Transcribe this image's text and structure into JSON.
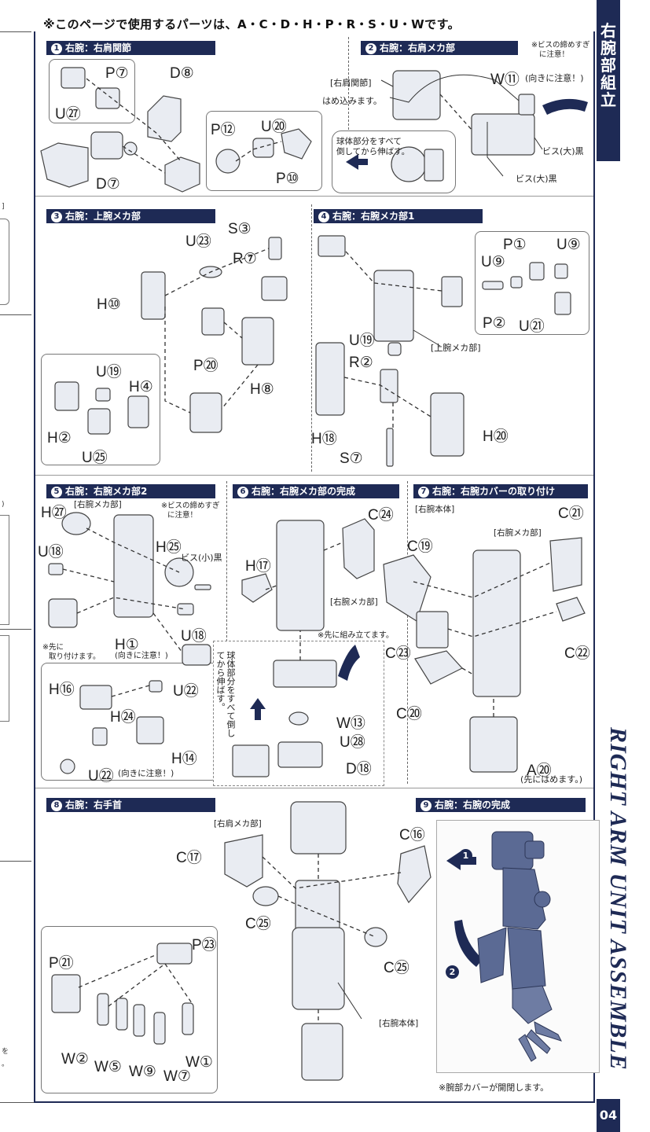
{
  "parts_header": "※このページで使用するパーツは、A・C・D・H・P・R・S・U・Wです。",
  "side": {
    "title_vertical": [
      "右",
      "腕",
      "部",
      "組",
      "立"
    ],
    "english": "RIGHT ARM UNIT ASSEMBLE",
    "page": "04"
  },
  "left_edge_fragments": [
    "]",
    ")",
    "を",
    "。"
  ],
  "steps": [
    {
      "num": "1",
      "title": "右腕：右肩関節"
    },
    {
      "num": "2",
      "title": "右腕：右肩メカ部"
    },
    {
      "num": "3",
      "title": "右腕：上腕メカ部"
    },
    {
      "num": "4",
      "title": "右腕：右腕メカ部1"
    },
    {
      "num": "5",
      "title": "右腕：右腕メカ部2"
    },
    {
      "num": "6",
      "title": "右腕：右腕メカ部の完成"
    },
    {
      "num": "7",
      "title": "右腕：右腕カバーの取り付け"
    },
    {
      "num": "8",
      "title": "右腕：右手首"
    },
    {
      "num": "9",
      "title": "右腕：右腕の完成"
    }
  ],
  "labels": {
    "s1": {
      "p7": "P⑦",
      "u27": "U㉗",
      "d8": "D⑧",
      "d7": "D⑦",
      "p12": "P⑫",
      "u20": "U⑳",
      "p10": "P⑩"
    },
    "s2": {
      "note_screw": "※ビスの締めすぎ",
      "note_screw2": "に注意！",
      "w11": "W⑪",
      "w11_note": "(向きに注意！)",
      "shoulder_joint": "[右肩関節]",
      "fit_in": "はめ込みます。",
      "ball_note1": "球体部分をすべて",
      "ball_note2": "倒してから伸ばす。",
      "screw_large1": "ビス(大)黒",
      "screw_large2": "ビス(大)黒"
    },
    "s3": {
      "s3": "S③",
      "u23": "U㉓",
      "r7": "R⑦",
      "h10": "H⑩",
      "p20": "P⑳",
      "h8": "H⑧",
      "u19": "U⑲",
      "h4": "H④",
      "h2": "H②",
      "u25": "U㉕"
    },
    "s4": {
      "p1": "P①",
      "u9a": "U⑨",
      "u9b": "U⑨",
      "p2": "P②",
      "u21": "U㉑",
      "u19": "U⑲",
      "upper_arm": "[上腕メカ部]",
      "r2": "R②",
      "h18": "H⑱",
      "h20": "H⑳",
      "s7": "S⑦"
    },
    "s5": {
      "h27": "H㉗",
      "arm_mech": "[右腕メカ部]",
      "note1": "※ビスの締めすぎ",
      "note2": "に注意！",
      "u18a": "U⑱",
      "h25": "H㉕",
      "screw_small": "ビス(小)黒",
      "u18b": "U⑱",
      "pre1": "※先に",
      "pre2": "取り付けます。",
      "h1": "H①",
      "h1_note": "(向きに注意！)",
      "h16": "H⑯",
      "u22a": "U㉒",
      "h24": "H㉔",
      "h14": "H⑭",
      "u22b": "U㉒",
      "u22b_note": "(向きに注意！)"
    },
    "s6": {
      "c24": "C㉔",
      "h17": "H⑰",
      "arm_mech": "[右腕メカ部]",
      "pre_build": "※先に組み立てます。",
      "ball_vertical": "球体部分をすべて倒してから伸ばす。",
      "w13": "W⑬",
      "u28": "U㉘",
      "d18": "D⑱"
    },
    "s7": {
      "arm_body": "[右腕本体]",
      "arm_mech": "[右腕メカ部]",
      "c21": "C㉑",
      "c19": "C⑲",
      "c23": "C㉓",
      "c22": "C㉒",
      "c20": "C⑳",
      "a20": "A⑳",
      "a20_note": "(先にはめます。)"
    },
    "s8": {
      "shoulder_mech": "[右肩メカ部]",
      "c16": "C⑯",
      "c17": "C⑰",
      "c25a": "C㉕",
      "c25b": "C㉕",
      "p23": "P㉓",
      "p21": "P㉑",
      "arm_body": "[右腕本体]",
      "w2": "W②",
      "w5": "W⑤",
      "w9": "W⑨",
      "w7": "W⑦",
      "w1": "W①"
    },
    "s9": {
      "badge1": "1",
      "badge2": "2",
      "note": "※腕部カバーが開閉します。"
    }
  },
  "colors": {
    "navy": "#1e2a55",
    "part_fill": "#e9ecf2",
    "part_stroke": "#444",
    "photo_blue": "#5b6a94"
  }
}
